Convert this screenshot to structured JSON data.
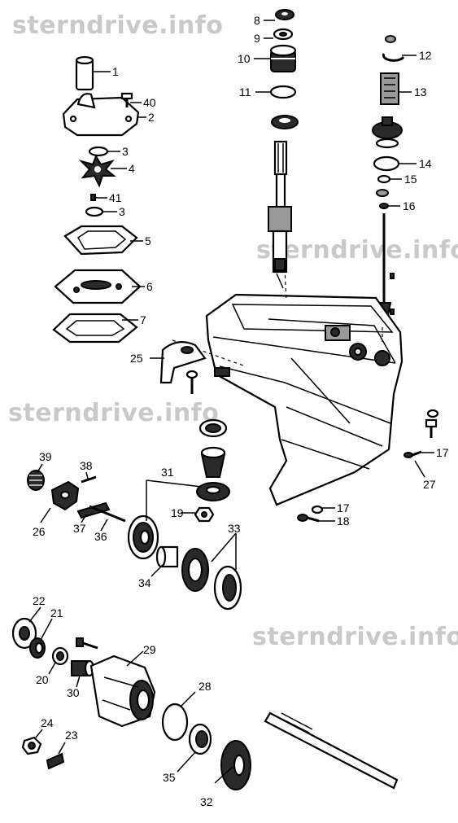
{
  "watermark": "sterndrive.info",
  "part_labels": [
    "1",
    "2",
    "3",
    "4",
    "5",
    "6",
    "7",
    "8",
    "9",
    "10",
    "11",
    "12",
    "13",
    "14",
    "15",
    "16",
    "17",
    "18",
    "19",
    "20",
    "21",
    "22",
    "23",
    "24",
    "25",
    "26",
    "27",
    "28",
    "29",
    "30",
    "31",
    "32",
    "33",
    "34",
    "35",
    "36",
    "37",
    "38",
    "39",
    "40",
    "41"
  ],
  "repeat_labels": {
    "3b": "3",
    "17b": "17"
  }
}
